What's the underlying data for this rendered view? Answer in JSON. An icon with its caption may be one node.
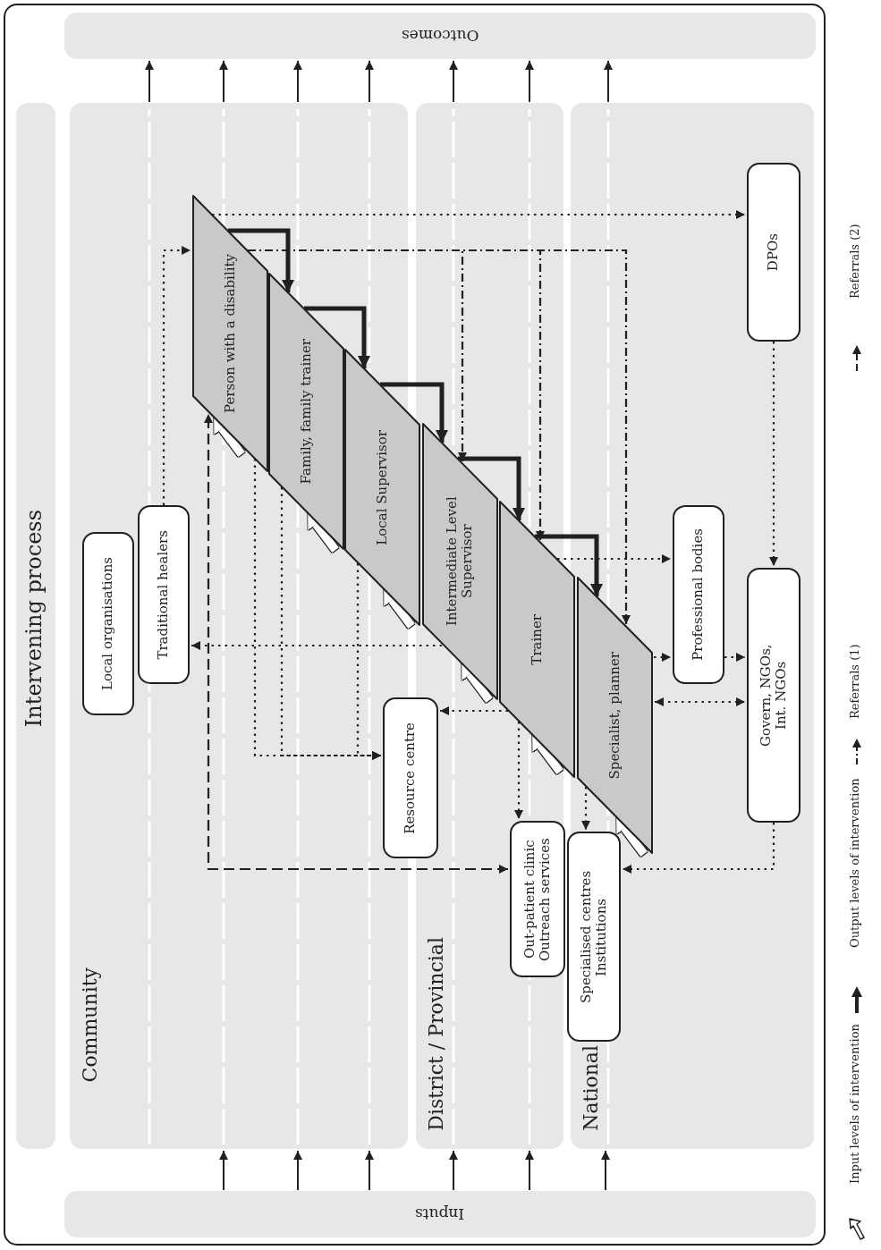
{
  "diagram": {
    "nodes": [
      {
        "text": [
          "Inputs"
        ]
      },
      {
        "text": [
          "Outcomes"
        ]
      },
      {
        "text": [
          "Intervening process"
        ]
      },
      {
        "text": [
          "Community"
        ]
      },
      {
        "text": [
          "District / Provincial"
        ]
      },
      {
        "text": [
          "National"
        ]
      },
      {
        "text": [
          "Person with a disability"
        ],
        "in": 3
      },
      {
        "text": [
          "Family, family trainer"
        ],
        "in": 3
      },
      {
        "text": [
          "Local Supervisor"
        ]
      },
      {
        "text": [
          "Intermediate Level Supervisor"
        ],
        "in": 4
      },
      {
        "text": [
          "Trainer"
        ]
      },
      {
        "text": [
          "Specialist, planner"
        ],
        "in": 5
      },
      {
        "text": [
          "Local organisations"
        ],
        "in": 3
      },
      {
        "text": [
          "Traditional healers"
        ],
        "in": 3
      },
      {
        "text": [
          "Resource centre"
        ]
      },
      {
        "text": [
          "Out-patient clinic Outreach services"
        ],
        "in": 4
      },
      {
        "text": [
          "Specialised centres Institutions"
        ],
        "in": 5
      },
      {
        "text": [
          "Professional bodies"
        ],
        "in": 5
      },
      {
        "text": [
          "Govern, NGOs, Int. NGOs"
        ],
        "in": 5
      },
      {
        "text": [
          "DPOs"
        ],
        "in": 5
      }
    ],
    "edges": [
      {
        "from": 0,
        "to": 3,
        "arrow": "to"
      },
      {
        "from": 0,
        "to": 3,
        "arrow": "to"
      },
      {
        "from": 0,
        "to": 3,
        "arrow": "to"
      },
      {
        "from": 0,
        "to": 4,
        "arrow": "to"
      },
      {
        "from": 0,
        "to": 4,
        "arrow": "to"
      },
      {
        "from": 0,
        "to": 5,
        "arrow": "to"
      },
      {
        "from": 3,
        "to": 1,
        "arrow": "to"
      },
      {
        "from": 3,
        "to": 1,
        "arrow": "to"
      },
      {
        "from": 3,
        "to": 1,
        "arrow": "to"
      },
      {
        "from": 3,
        "to": 1,
        "arrow": "to"
      },
      {
        "from": 4,
        "to": 1,
        "arrow": "to"
      },
      {
        "from": 4,
        "to": 1,
        "arrow": "to"
      },
      {
        "from": 5,
        "to": 1,
        "arrow": "to"
      },
      {
        "from": null,
        "to": 6,
        "arrow": "to",
        "style": "thick",
        "color": "#ffffff"
      },
      {
        "from": null,
        "to": 7,
        "arrow": "to",
        "style": "thick",
        "color": "#ffffff"
      },
      {
        "from": null,
        "to": 8,
        "arrow": "to",
        "style": "thick",
        "color": "#ffffff"
      },
      {
        "from": null,
        "to": 9,
        "arrow": "to",
        "style": "thick",
        "color": "#ffffff"
      },
      {
        "from": null,
        "to": 10,
        "arrow": "to",
        "style": "thick",
        "color": "#ffffff"
      },
      {
        "from": null,
        "to": 11,
        "arrow": "to",
        "style": "thick",
        "color": "#ffffff"
      },
      {
        "from": 6,
        "to": 7,
        "arrow": "to",
        "style": "thick"
      },
      {
        "from": 7,
        "to": 8,
        "arrow": "to",
        "style": "thick"
      },
      {
        "from": 8,
        "to": 9,
        "arrow": "to",
        "style": "thick"
      },
      {
        "from": 9,
        "to": 10,
        "arrow": "to",
        "style": "thick"
      },
      {
        "from": 10,
        "to": 11,
        "arrow": "to",
        "style": "thick"
      },
      {
        "from": 6,
        "to": 19,
        "arrow": "to",
        "style": "dashed"
      },
      {
        "from": 13,
        "to": 6,
        "arrow": "to",
        "style": "dashed"
      },
      {
        "from": 6,
        "to": 9,
        "arrow": "to",
        "style": "dashed"
      },
      {
        "from": 6,
        "to": 10,
        "arrow": "to",
        "style": "dashed"
      },
      {
        "from": 6,
        "to": 11,
        "arrow": "to",
        "style": "dashed"
      },
      {
        "from": 9,
        "to": 13,
        "arrow": "to",
        "style": "dashed"
      },
      {
        "from": 6,
        "to": 14,
        "arrow": "to",
        "style": "dashed"
      },
      {
        "from": 7,
        "to": 14,
        "arrow": "to",
        "style": "dashed"
      },
      {
        "from": 8,
        "to": 14,
        "arrow": "to",
        "style": "dashed"
      },
      {
        "from": 10,
        "to": 14,
        "arrow": "to",
        "style": "dashed"
      },
      {
        "from": 10,
        "to": 15,
        "arrow": "to",
        "style": "dashed"
      },
      {
        "from": 11,
        "to": 16,
        "arrow": "to",
        "style": "dashed"
      },
      {
        "from": 15,
        "to": 6,
        "arrow": "both",
        "style": "dashed"
      },
      {
        "from": 10,
        "to": 17,
        "arrow": "to",
        "style": "dashed"
      },
      {
        "from": 11,
        "to": 17,
        "arrow": "to",
        "style": "dashed"
      },
      {
        "from": 17,
        "to": 18,
        "arrow": "to",
        "style": "dashed"
      },
      {
        "from": 11,
        "to": 18,
        "arrow": "both",
        "style": "dashed"
      },
      {
        "from": 19,
        "to": 18,
        "arrow": "to",
        "style": "dashed"
      },
      {
        "from": 18,
        "to": 16,
        "arrow": "to",
        "style": "dashed"
      }
    ],
    "legend": [
      {
        "text": "Input levels of intervention"
      },
      {
        "text": "Output levels of intervention"
      },
      {
        "text": "Referrals (1)"
      },
      {
        "text": "Referrals (2)"
      }
    ]
  }
}
